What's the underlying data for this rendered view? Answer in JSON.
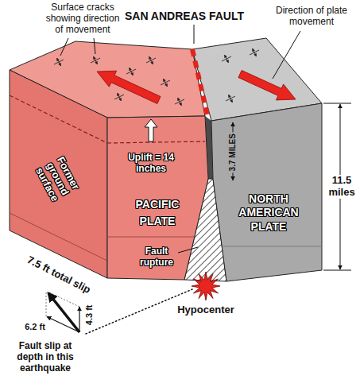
{
  "diagram": {
    "nodes": [
      {
        "text": [
          "PACIFIC PLATE"
        ]
      },
      {
        "text": [
          "NORTH AMERICAN PLATE"
        ]
      }
    ],
    "labels": [
      "Surface cracks showing direction of movement",
      "SAN ANDREAS FAULT",
      "Direction of plate movement",
      "Former ground surface",
      "Uplift = 14 inches",
      "3.7 MILES",
      "11.5 miles",
      "7.5 ft total slip",
      "Fault rupture",
      "4.3 ft",
      "6.2 ft",
      "Hypocenter",
      "Fault slip at depth in this earthquake"
    ]
  }
}
